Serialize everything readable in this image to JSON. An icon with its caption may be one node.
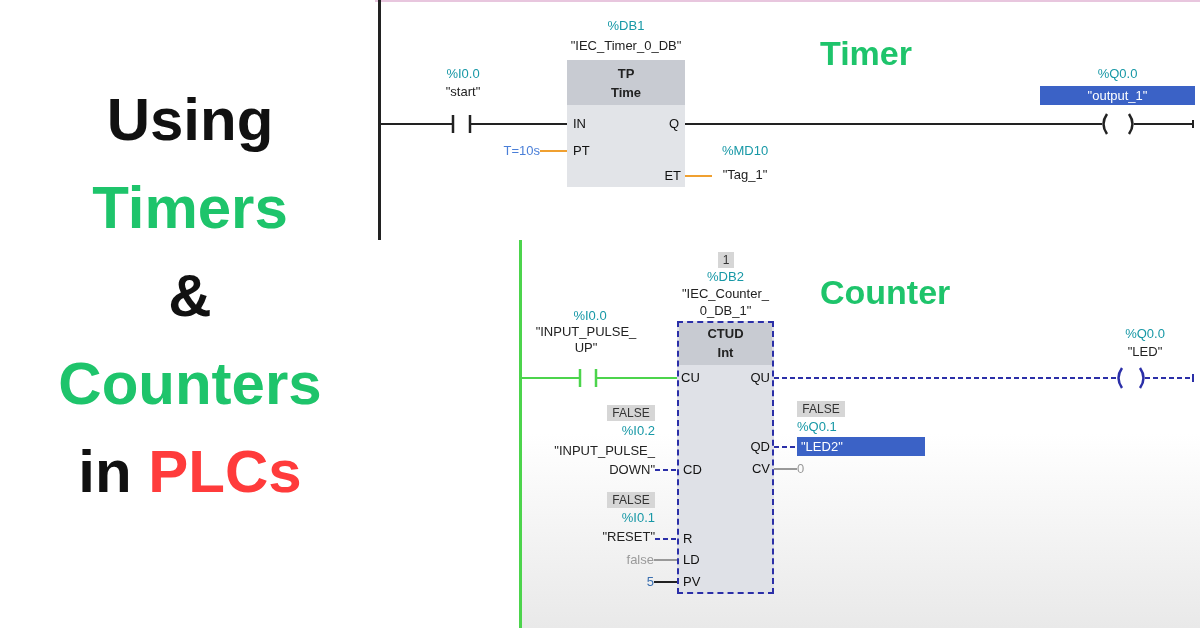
{
  "diagram": {
    "title": "Using Timers & Counters in PLCs",
    "nodes": [
      {
        "text": [],
        "shape": "bar"
      },
      {
        "text": [
          "%I0.0",
          "\"start\""
        ]
      },
      {
        "text": [
          "TP",
          "Time",
          "IN",
          "Q",
          "PT",
          "ET"
        ],
        "beside": [
          "%DB1",
          "\"IEC_Timer_0_DB\""
        ]
      },
      {
        "text": [
          "%Q0.0",
          "\"output_1\""
        ]
      },
      {
        "text": [
          "T=10s"
        ]
      },
      {
        "text": [
          "%MD10",
          "\"Tag_1\""
        ]
      },
      {
        "text": [],
        "shape": "bar"
      },
      {
        "text": [
          "%I0.0",
          "\"INPUT_PULSE_ UP\""
        ]
      },
      {
        "text": [
          "CTUD",
          "Int",
          "CU",
          "QU",
          "CD",
          "QD",
          "CV",
          "R",
          "LD",
          "PV"
        ],
        "beside": [
          "1",
          "%DB2",
          "\"IEC_Counter_ 0_DB_1\""
        ]
      },
      {
        "text": [
          "%Q0.0",
          "\"LED\""
        ]
      },
      {
        "text": [
          "FALSE",
          "%I0.2",
          "\"INPUT_PULSE_ DOWN\""
        ]
      },
      {
        "text": [
          "FALSE",
          "%Q0.1",
          "\"LED2\""
        ]
      },
      {
        "text": [
          "0"
        ]
      },
      {
        "text": [
          "FALSE",
          "%I0.1",
          "\"RESET\""
        ]
      },
      {
        "text": [
          "false"
        ]
      },
      {
        "text": [
          "5"
        ]
      }
    ],
    "edges": [
      {
        "from": 0,
        "to": 1,
        "arrow": "none",
        "color": "#222222"
      },
      {
        "from": 1,
        "to": 2,
        "arrow": "none",
        "color": "#222222"
      },
      {
        "from": 2,
        "to": 3,
        "arrow": "none",
        "color": "#222222"
      },
      {
        "from": 4,
        "to": 2,
        "arrow": "none",
        "color": "#f0a030"
      },
      {
        "from": 2,
        "to": 5,
        "arrow": "none",
        "color": "#f0a030"
      },
      {
        "from": 6,
        "to": 7,
        "arrow": "none",
        "color": "#4cd44c"
      },
      {
        "from": 7,
        "to": 8,
        "arrow": "none",
        "color": "#4cd44c"
      },
      {
        "from": 8,
        "to": 9,
        "arrow": "none",
        "style": "dashed",
        "color": "#2b2fa8"
      },
      {
        "from": 10,
        "to": 8,
        "arrow": "none",
        "style": "dashed",
        "color": "#2b2fa8"
      },
      {
        "from": 8,
        "to": 11,
        "arrow": "none",
        "style": "dashed",
        "color": "#2b2fa8"
      },
      {
        "from": 8,
        "to": 12,
        "arrow": "none",
        "color": "#999999"
      },
      {
        "from": 13,
        "to": 8,
        "arrow": "none",
        "style": "dashed",
        "color": "#2b2fa8"
      },
      {
        "from": 14,
        "to": 8,
        "arrow": "none",
        "color": "#999999"
      },
      {
        "from": 15,
        "to": 8,
        "arrow": "none",
        "color": "#222222"
      }
    ],
    "labels": [
      "Timer",
      "Counter"
    ]
  }
}
